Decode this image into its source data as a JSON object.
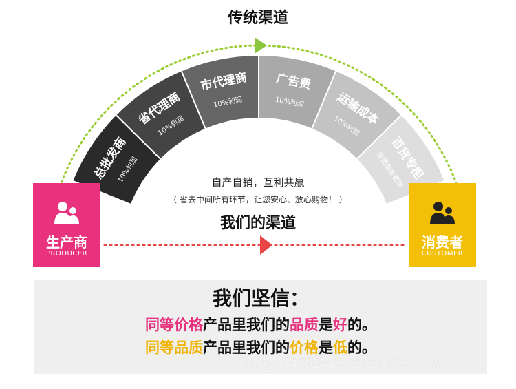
{
  "top_title": "传统渠道",
  "channel_segments": [
    {
      "name": "总批发商",
      "sub": "10%利润"
    },
    {
      "name": "省代理商",
      "sub": "10%利润"
    },
    {
      "name": "市代理商",
      "sub": "10%利润"
    },
    {
      "name": "广告费",
      "sub": "10%利润"
    },
    {
      "name": "运输成本",
      "sub": "10%利润"
    },
    {
      "name": "百货专柜",
      "sub": "店面租金费用"
    }
  ],
  "segment_colors": [
    "#2a2a2a",
    "#444444",
    "#666666",
    "#a9a9a9",
    "#c3c3c3",
    "#dedede"
  ],
  "segment_text_colors": [
    "#ffffff",
    "#ffffff",
    "#ffffff",
    "#ffffff",
    "#ffffff",
    "#ffffff"
  ],
  "slogan": {
    "main": "自产自销，互利共赢",
    "sub": "（ 省去中间所有环节，让您安心、放心购物！ ）"
  },
  "our_channel_title": "我们的渠道",
  "producer": {
    "label_cn": "生产商",
    "label_en": "PRODUCER",
    "color": "#e8327e"
  },
  "customer": {
    "label_cn": "消费者",
    "label_en": "CUSTOMER",
    "color": "#f3c006"
  },
  "colors": {
    "dotted_green": "#9acd32",
    "dotted_red": "#e84545",
    "arrow_green": "#8cc63f",
    "arrow_red": "#e84545"
  },
  "belief": {
    "title": "我们坚信：",
    "line1": {
      "a": "同等价格",
      "b": "产品里我们的",
      "c": "品质",
      "d": "是",
      "e": "好",
      "f": "的。"
    },
    "line2": {
      "a": "同等品质",
      "b": "产品里我们的",
      "c": "价格",
      "d": "是",
      "e": "低",
      "f": "的。"
    }
  },
  "watermark": "shop944792y181899.1688.com"
}
